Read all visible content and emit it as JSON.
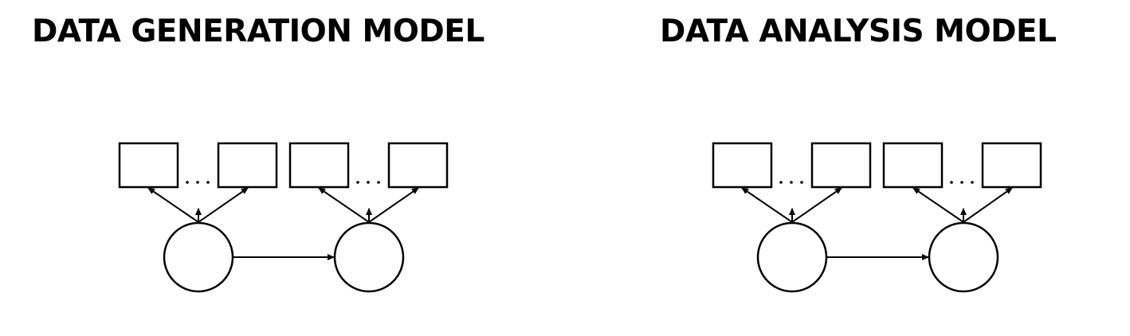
{
  "left_panel": {
    "title": "DATA GENERATION MODEL"
  },
  "right_panel": {
    "title": "DATA ANALYSIS MODEL"
  },
  "colors": {
    "background": "#ffffff",
    "ink": "#000000"
  },
  "diagram": {
    "latent_nodes_per_model": 2,
    "observed_boxes_per_latent": 2,
    "ellipsis_between_boxes": true,
    "latent_to_latent_edge": "directed"
  }
}
